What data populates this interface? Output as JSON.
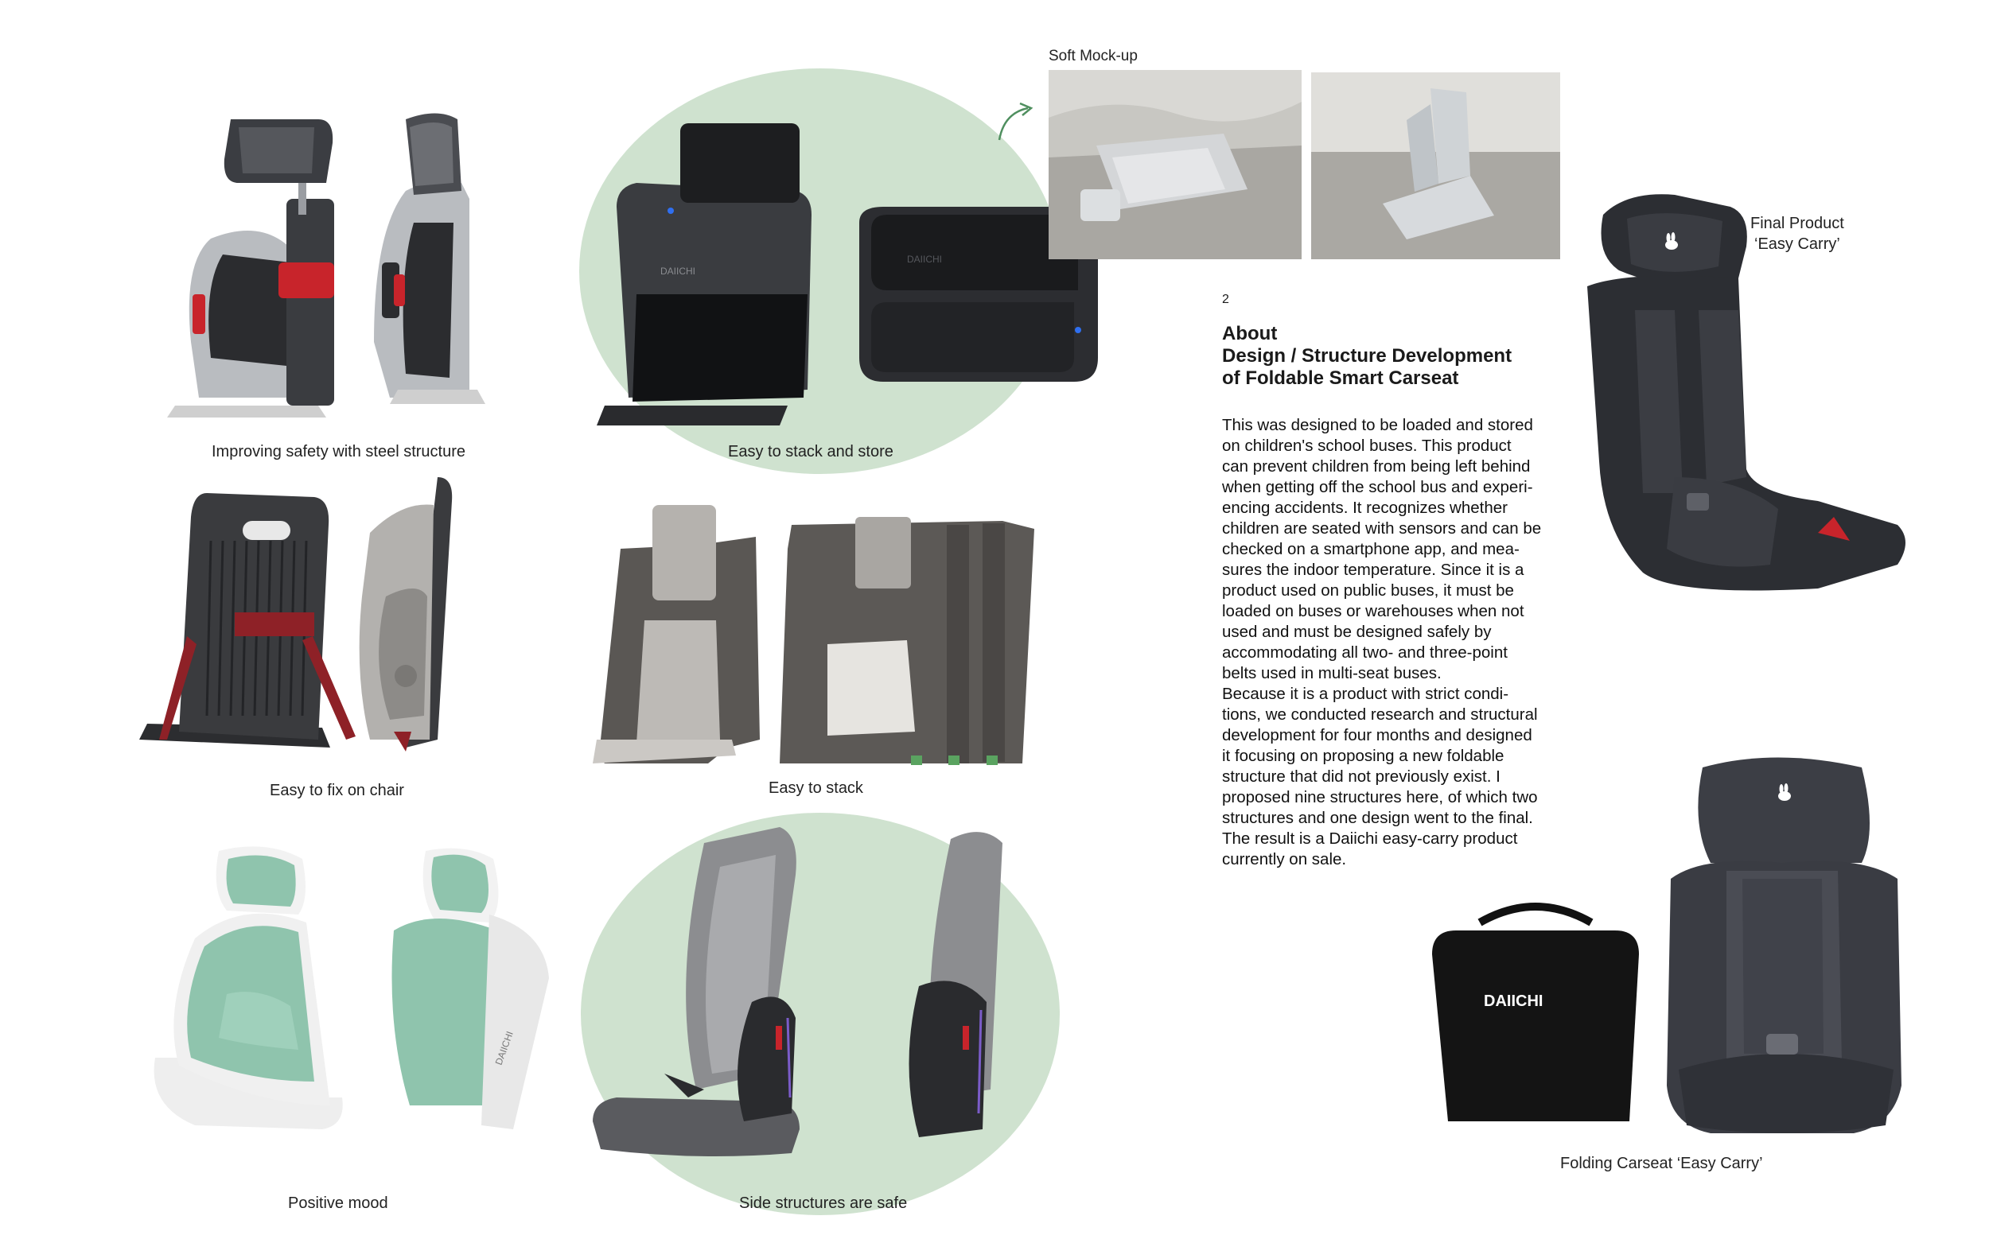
{
  "captions": {
    "steel": "Improving safety with steel structure",
    "stack_store": "Easy to stack and store",
    "fix_chair": "Easy to fix on chair",
    "stack": "Easy to stack",
    "mood": "Positive mood",
    "side": "Side structures are safe",
    "mockup": "Soft Mock-up",
    "final_product": [
      "Final Product",
      "‘Easy Carry’"
    ],
    "folding": "Folding Carseat ‘Easy Carry’"
  },
  "page_number": "2",
  "article": {
    "heading": [
      "About",
      "Design / Structure Development",
      "of Foldable Smart Carseat"
    ],
    "body": [
      "This was designed to be loaded and stored",
      "on children's school buses. This product",
      "can prevent children from being left behind",
      "when getting off the school bus and experi-",
      "encing accidents. It recognizes whether",
      "children are seated with sensors and can be",
      "checked on a smartphone app, and mea-",
      "sures the indoor temperature. Since it is a",
      "product used on public buses, it must be",
      "loaded on buses or warehouses when not",
      "used and must be designed safely by",
      "accommodating all two- and three-point",
      "belts used in multi-seat buses.",
      "Because it is a product with strict condi-",
      "tions, we conducted research and structural",
      "development for four months and designed",
      "it focusing on proposing a new foldable",
      "structure that did not previously exist. I",
      "proposed nine structures here, of which two",
      "structures and one design went to the final.",
      "The result is a Daiichi easy-carry product",
      "currently on sale."
    ]
  },
  "brand_marks": [
    "DAIICHI",
    "DAIICHI",
    "DAIICHI"
  ],
  "colors": {
    "accent_green": "#cfe2cf",
    "seat_mint": "#8fc4ad",
    "seat_red": "#c8242b",
    "seat_dark": "#2c2e33",
    "arrow_green": "#4f8f5f"
  },
  "icons": [
    "curved-arrow-icon",
    "bunny-logo-icon"
  ]
}
